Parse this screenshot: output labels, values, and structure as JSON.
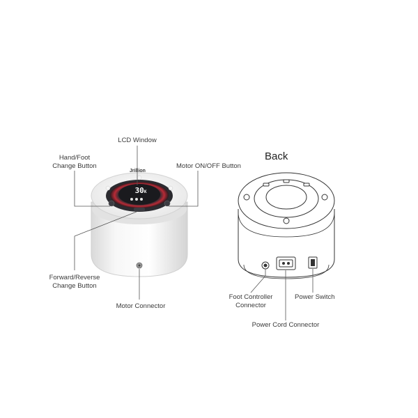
{
  "front": {
    "brand": "Jrillion",
    "lcd_value": "30",
    "lcd_unit": "K",
    "labels": {
      "lcd_window": "LCD Window",
      "hand_foot": "Hand/Foot\nChange Button",
      "motor_onoff": "Motor ON/OFF Button",
      "forward_reverse": "Forward/Reverse\nChange Button",
      "motor_connector": "Motor Connector"
    }
  },
  "back": {
    "title": "Back",
    "labels": {
      "foot_controller": "Foot Controller\nConnector",
      "power_switch": "Power Switch",
      "power_cord": "Power Cord Connector"
    }
  },
  "colors": {
    "lcd_bg": "#1a1a1e",
    "lcd_text": "#ffffff",
    "lcd_ring": "#c8283a",
    "device_body": "#f2f2f2",
    "leader_line": "#555555"
  }
}
